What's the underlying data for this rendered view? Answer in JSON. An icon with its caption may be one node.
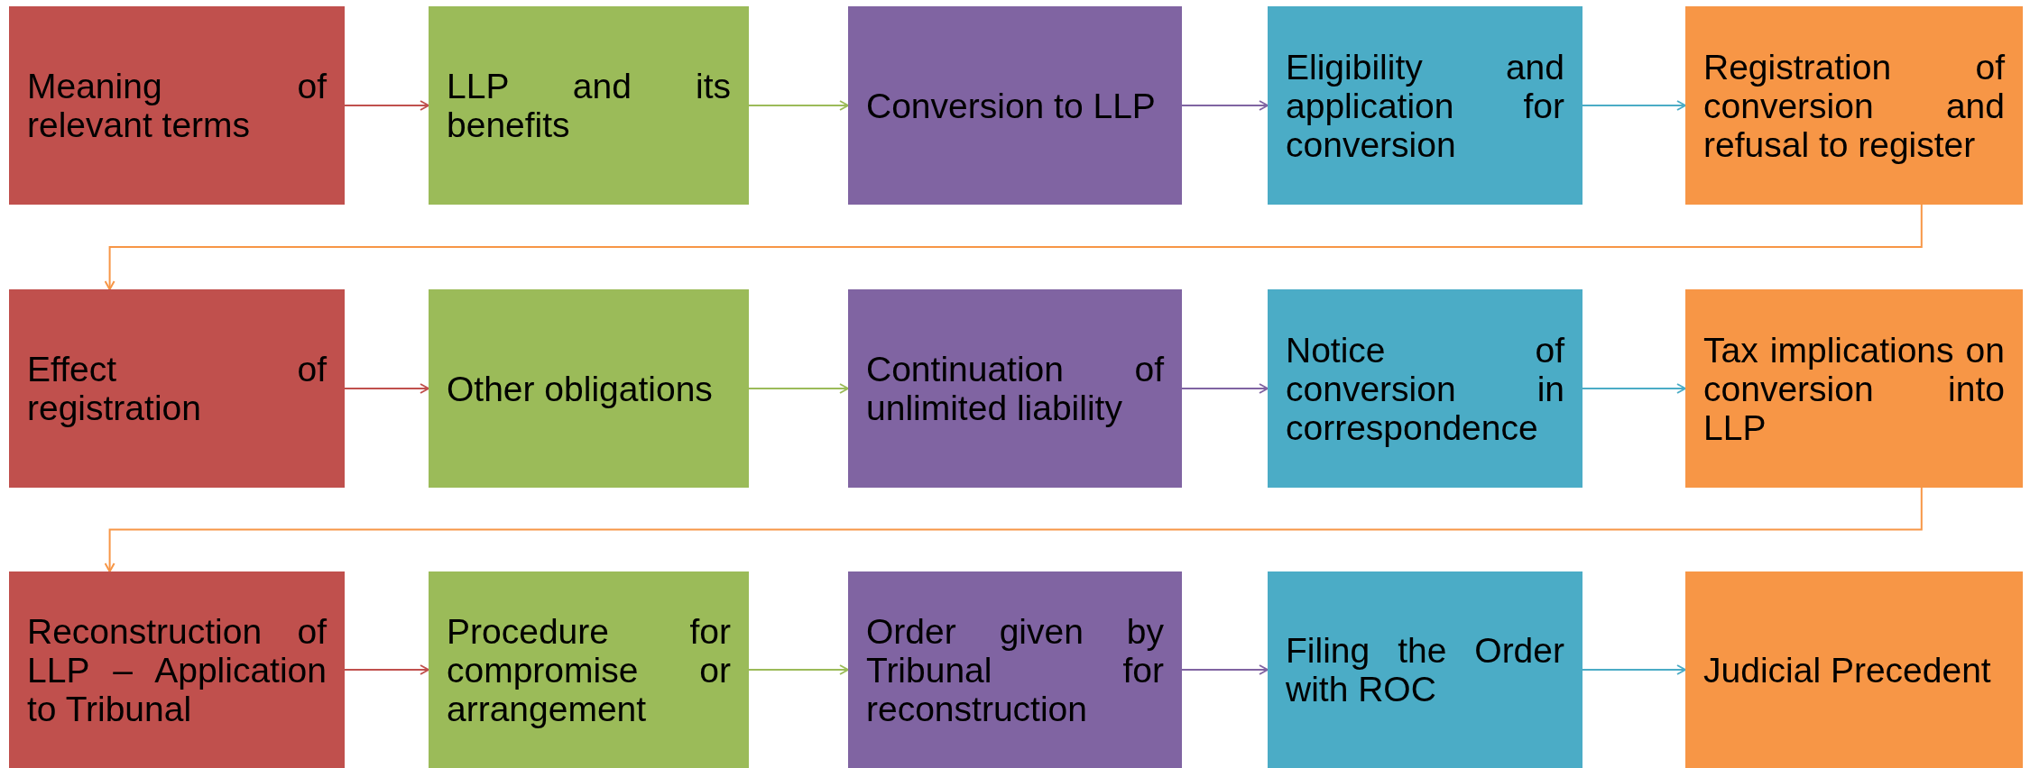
{
  "diagram": {
    "nodes": [
      {
        "text": [
          "Meaning of relevant terms"
        ]
      },
      {
        "text": [
          "LLP and its benefits"
        ]
      },
      {
        "text": [
          "Conversion to LLP"
        ]
      },
      {
        "text": [
          "Eligibility and application for conversion"
        ]
      },
      {
        "text": [
          "Registration of conversion and refusal to register"
        ]
      },
      {
        "text": [
          "Effect of registration"
        ]
      },
      {
        "text": [
          "Other obligations"
        ]
      },
      {
        "text": [
          "Continuation of unlimited liability"
        ]
      },
      {
        "text": [
          "Notice of conversion in correspondence"
        ]
      },
      {
        "text": [
          "Tax implications on conversion into LLP"
        ]
      },
      {
        "text": [
          "Reconstruction of LLP – Application to Tribunal"
        ]
      },
      {
        "text": [
          "Procedure for compromise or arrangement"
        ]
      },
      {
        "text": [
          "Order given by Tribunal for reconstruction"
        ]
      },
      {
        "text": [
          "Filing the Order with ROC"
        ]
      },
      {
        "text": [
          "Judicial Precedent"
        ]
      }
    ],
    "edges": [
      {
        "from": 0,
        "to": 1,
        "arrow": "to",
        "color": "#c0504d"
      },
      {
        "from": 1,
        "to": 2,
        "arrow": "to",
        "color": "#9bbb59"
      },
      {
        "from": 2,
        "to": 3,
        "arrow": "to",
        "color": "#8064a2"
      },
      {
        "from": 3,
        "to": 4,
        "arrow": "to",
        "color": "#4bacc6"
      },
      {
        "from": 4,
        "to": 5,
        "arrow": "to",
        "color": "#f79646"
      },
      {
        "from": 5,
        "to": 6,
        "arrow": "to",
        "color": "#c0504d"
      },
      {
        "from": 6,
        "to": 7,
        "arrow": "to",
        "color": "#9bbb59"
      },
      {
        "from": 7,
        "to": 8,
        "arrow": "to",
        "color": "#8064a2"
      },
      {
        "from": 8,
        "to": 9,
        "arrow": "to",
        "color": "#4bacc6"
      },
      {
        "from": 9,
        "to": 10,
        "arrow": "to",
        "color": "#f79646"
      },
      {
        "from": 10,
        "to": 11,
        "arrow": "to",
        "color": "#c0504d"
      },
      {
        "from": 11,
        "to": 12,
        "arrow": "to",
        "color": "#9bbb59"
      },
      {
        "from": 12,
        "to": 13,
        "arrow": "to",
        "color": "#8064a2"
      },
      {
        "from": 13,
        "to": 14,
        "arrow": "to",
        "color": "#4bacc6"
      }
    ]
  }
}
